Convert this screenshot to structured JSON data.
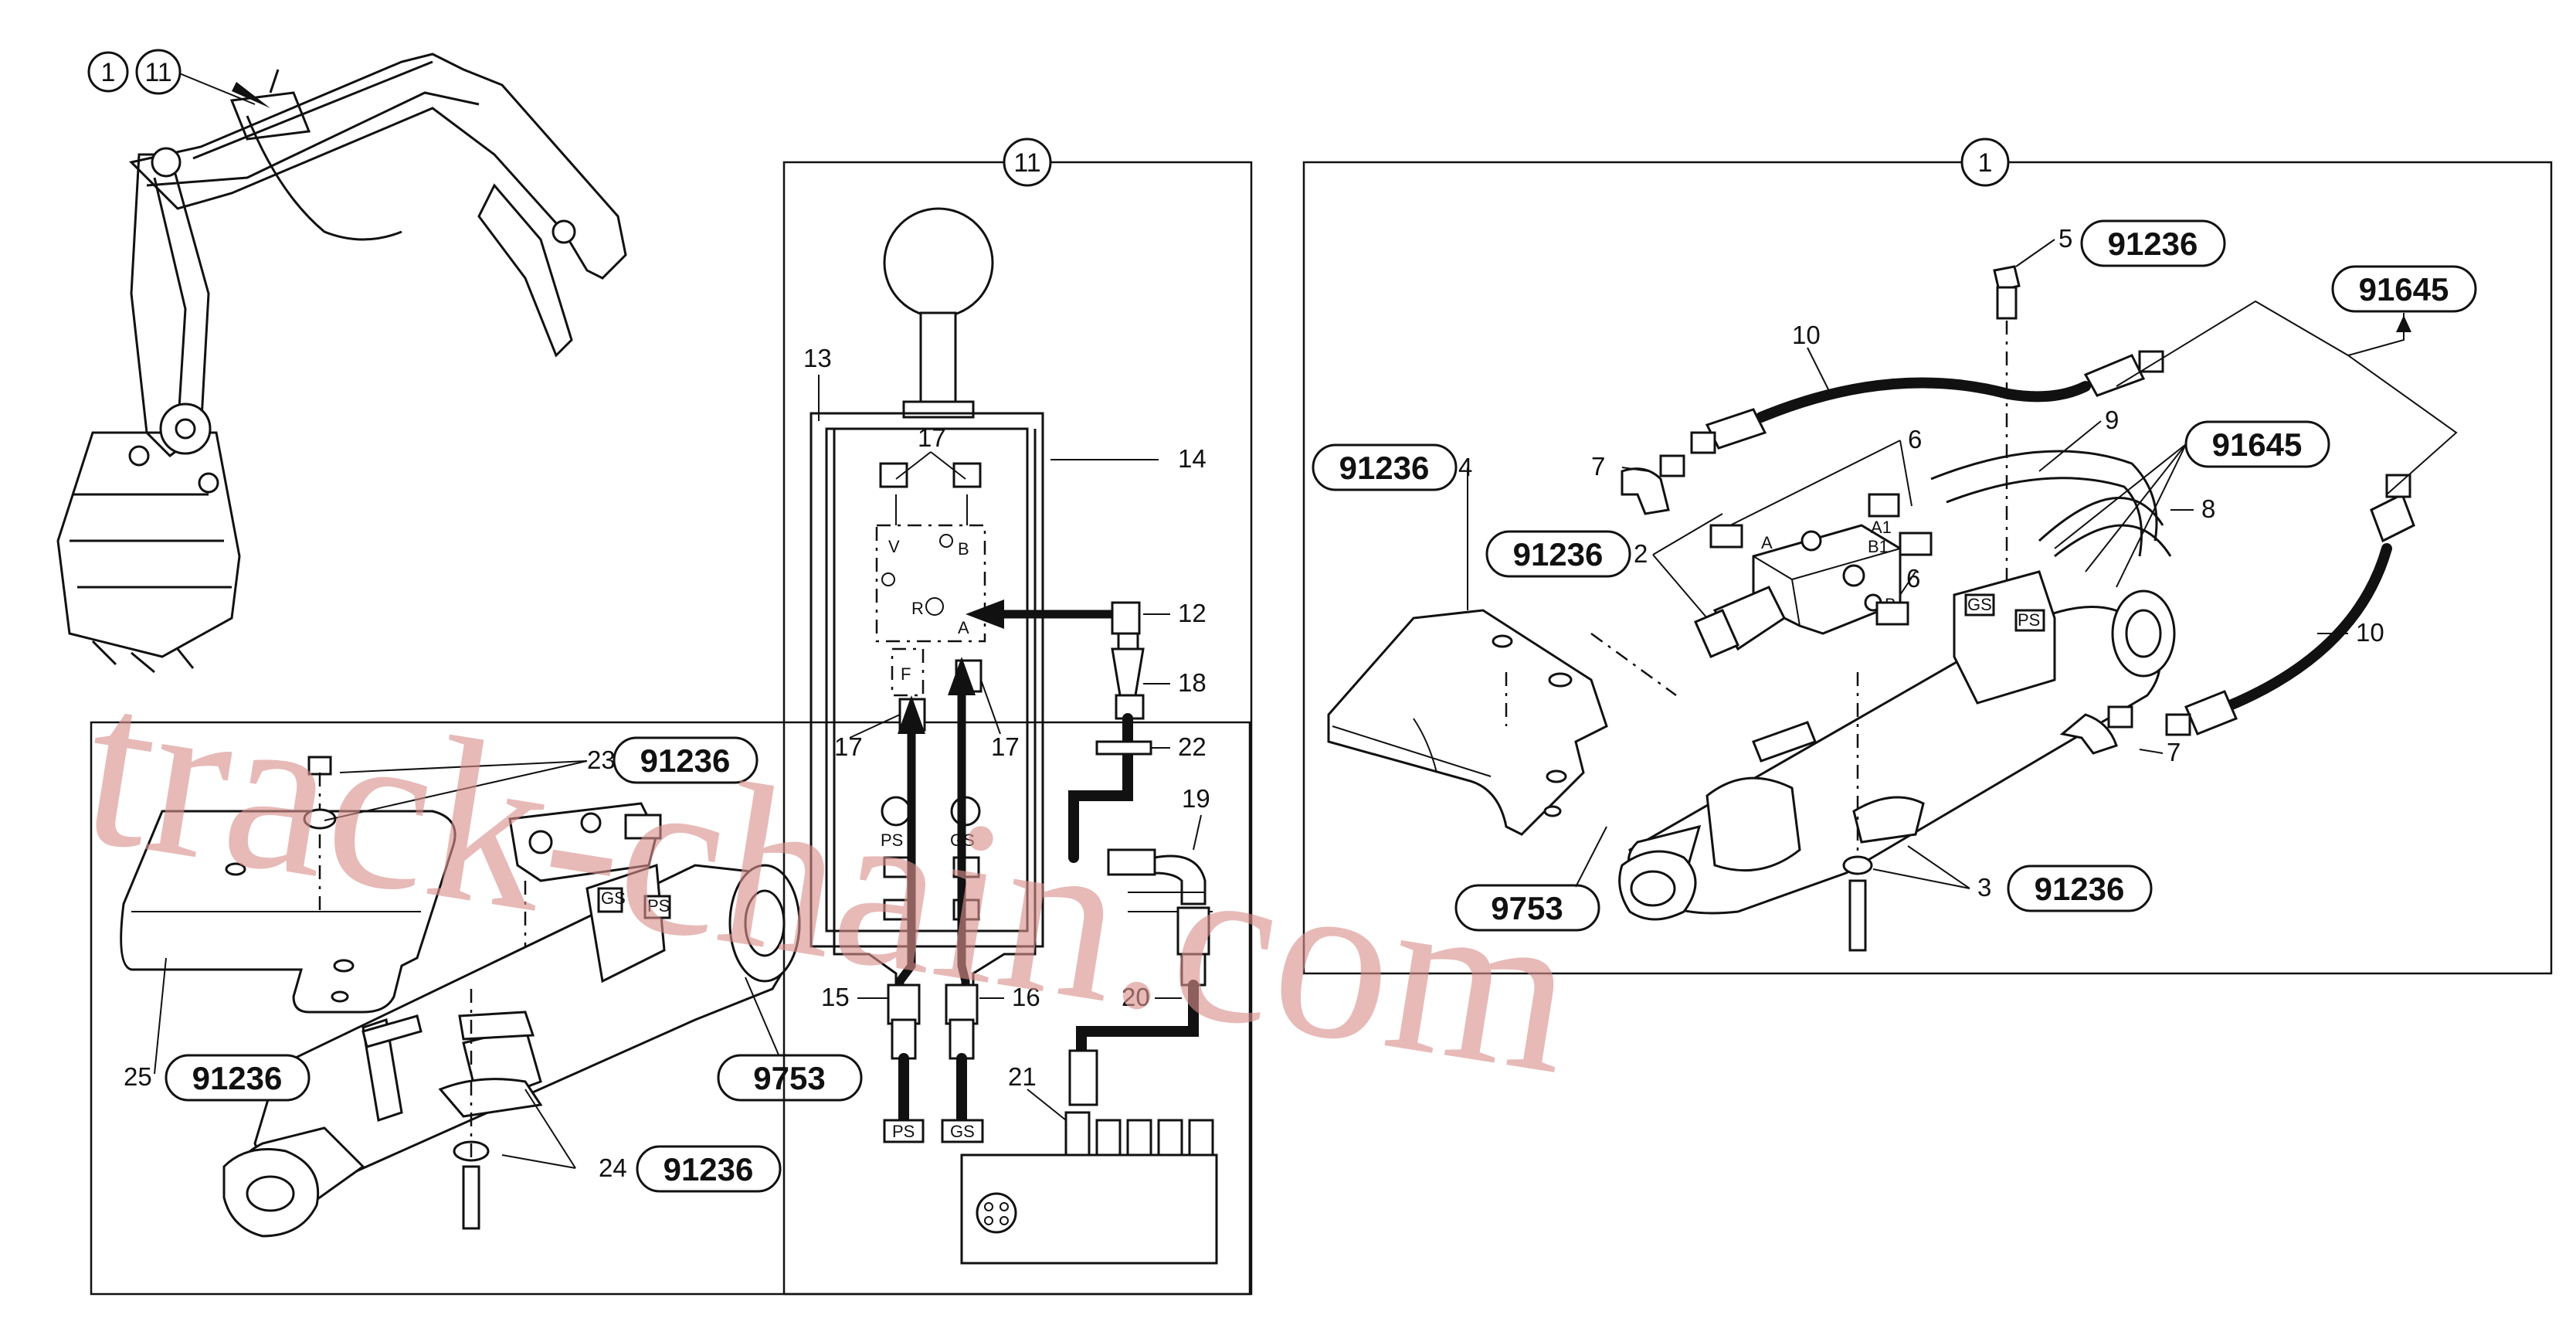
{
  "panels": {
    "inset_11": {
      "number": "11"
    },
    "inset_1": {
      "number": "1"
    },
    "overview_markers": [
      "1",
      "11"
    ]
  },
  "references": {
    "ref_5": "91236",
    "ref_91645_top": "91645",
    "ref_4": "91236",
    "ref_2": "91236",
    "ref_91645_mid": "91645",
    "ref_3": "91236",
    "ref_9753_right": "9753",
    "ref_23": "91236",
    "ref_25": "91236",
    "ref_9753_left": "9753",
    "ref_24": "91236"
  },
  "callouts": {
    "c13": "13",
    "c14": "14",
    "c17a": "17",
    "c17b": "17",
    "c17c": "17",
    "c12": "12",
    "c18": "18",
    "c22": "22",
    "c19": "19",
    "c20": "20",
    "c15": "15",
    "c16": "16",
    "c21": "21",
    "c5": "5",
    "c10a": "10",
    "c10b": "10",
    "c6a": "6",
    "c6b": "6",
    "c7a": "7",
    "c7b": "7",
    "c9": "9",
    "c8": "8",
    "c4": "4",
    "c2": "2",
    "c3": "3",
    "c23": "23",
    "c24": "24",
    "c25": "25"
  },
  "valve_labels": {
    "V": "V",
    "B": "B",
    "R": "R",
    "A": "A",
    "F": "F",
    "PS": "PS",
    "GS": "GS",
    "box_PS": "PS",
    "box_GS": "GS",
    "A1": "A1",
    "B1": "B1",
    "A_block": "A",
    "B_block": "B",
    "cyl_GS": "GS",
    "cyl_PS": "PS",
    "left_GS": "GS",
    "left_PS": "PS"
  },
  "watermark": "track-chain.com"
}
